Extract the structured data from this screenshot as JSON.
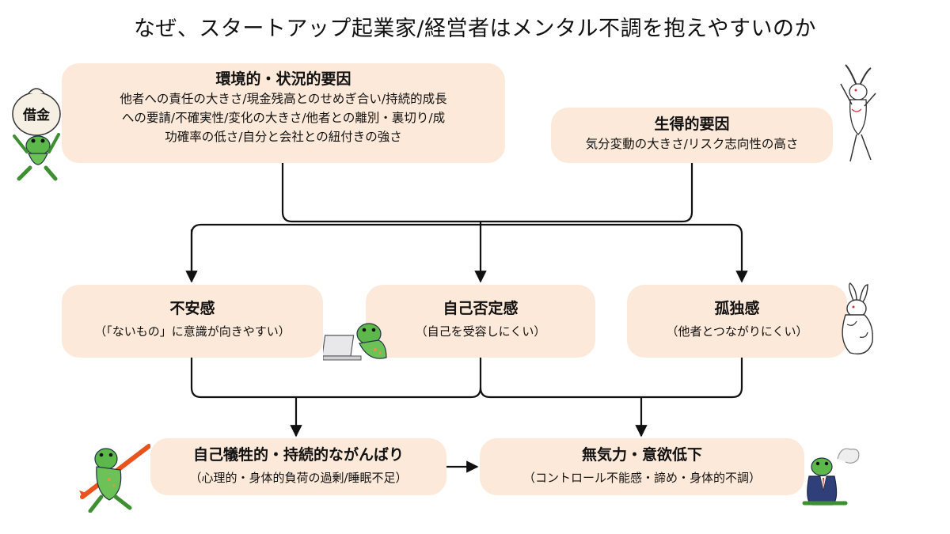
{
  "title": "なぜ、スタートアップ起業家/経営者はメンタル不調を抱えやすいのか",
  "causes": {
    "environmental": {
      "heading": "環境的・状況的要因",
      "lines": [
        "他者への責任の大きさ/現金残高とのせめぎ合い/持続的成長",
        "への要請/不確実性/変化の大きさ/他者との離別・裏切り/成",
        "功確率の低さ/自分と会社との紐付きの強さ"
      ]
    },
    "innate": {
      "heading": "生得的要因",
      "body": "気分変動の大きさ/リスク志向性の高さ"
    }
  },
  "feelings": [
    {
      "heading": "不安感",
      "sub": "（「ないもの」に意識が向きやすい）"
    },
    {
      "heading": "自己否定感",
      "sub": "（自己を受容しにくい）"
    },
    {
      "heading": "孤独感",
      "sub": "（他者とつながりにくい）"
    }
  ],
  "outcomes": [
    {
      "heading": "自己犠牲的・持続的ながんばり",
      "sub": "（心理的・身体的負荷の過剰/睡眠不足）"
    },
    {
      "heading": "無気力・意欲低下",
      "sub": "（コントロール不能感・諦め・身体的不調）"
    }
  ],
  "illustrations": {
    "debt_bag_label": "借金"
  },
  "colors": {
    "box_fill": "#fde9d9",
    "line": "#111111",
    "frog_green": "#5cb84a",
    "suit_navy": "#2f3f7a"
  }
}
